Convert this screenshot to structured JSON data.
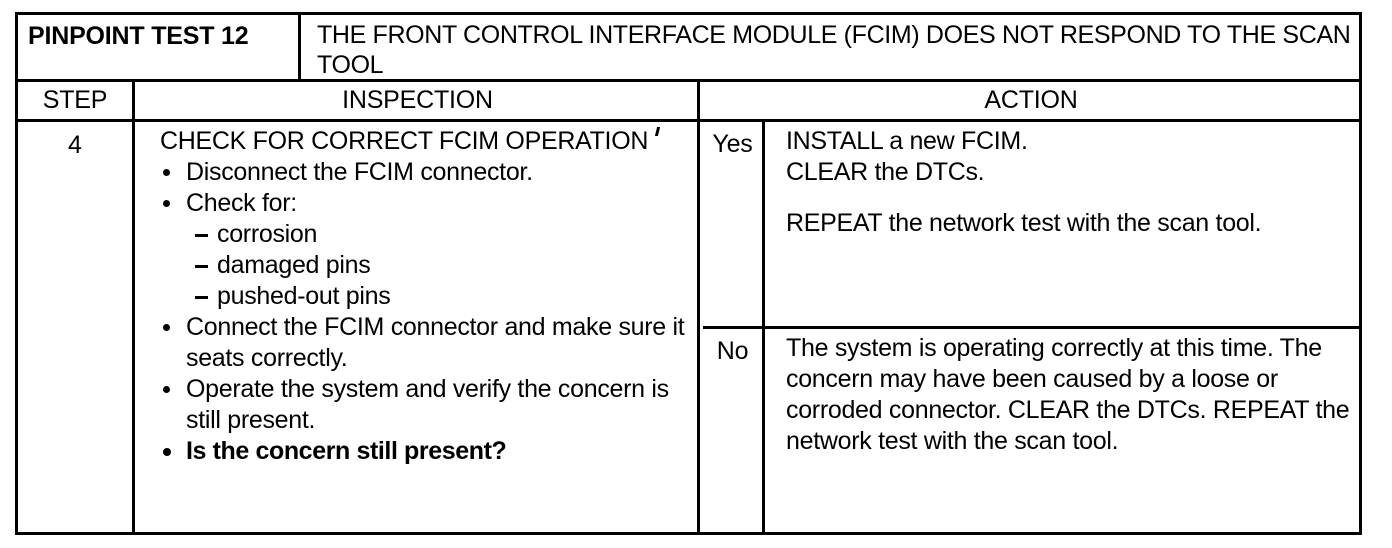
{
  "document": {
    "title_left": "PINPOINT TEST 12",
    "title_right": "THE FRONT CONTROL INTERFACE MODULE (FCIM) DOES NOT RESPOND TO THE SCAN TOOL"
  },
  "columns": {
    "step": "STEP",
    "inspection": "INSPECTION",
    "action": "ACTION"
  },
  "row": {
    "step_number": "4",
    "inspection": {
      "heading": "CHECK FOR CORRECT FCIM OPERATION",
      "bullets": [
        {
          "text": "Disconnect the FCIM connector.",
          "bold": false
        },
        {
          "text": "Check for:",
          "bold": false
        },
        {
          "text": "Connect the FCIM connector and make sure it seats correctly.",
          "bold": false
        },
        {
          "text": "Operate the system and verify the concern is still present.",
          "bold": false
        },
        {
          "text": "Is the concern still present?",
          "bold": true
        }
      ],
      "sub_items": [
        "corrosion",
        "damaged pins",
        "pushed-out pins"
      ]
    },
    "actions": {
      "yes": {
        "label": "Yes",
        "paragraphs": [
          "INSTALL a new FCIM.",
          "CLEAR the DTCs.",
          "REPEAT the network test with the scan tool."
        ]
      },
      "no": {
        "label": "No",
        "paragraphs": [
          "The system is operating correctly at this time. The concern may have been caused by a loose or corroded connector. CLEAR the DTCs. REPEAT the network test with the scan tool."
        ]
      }
    }
  }
}
